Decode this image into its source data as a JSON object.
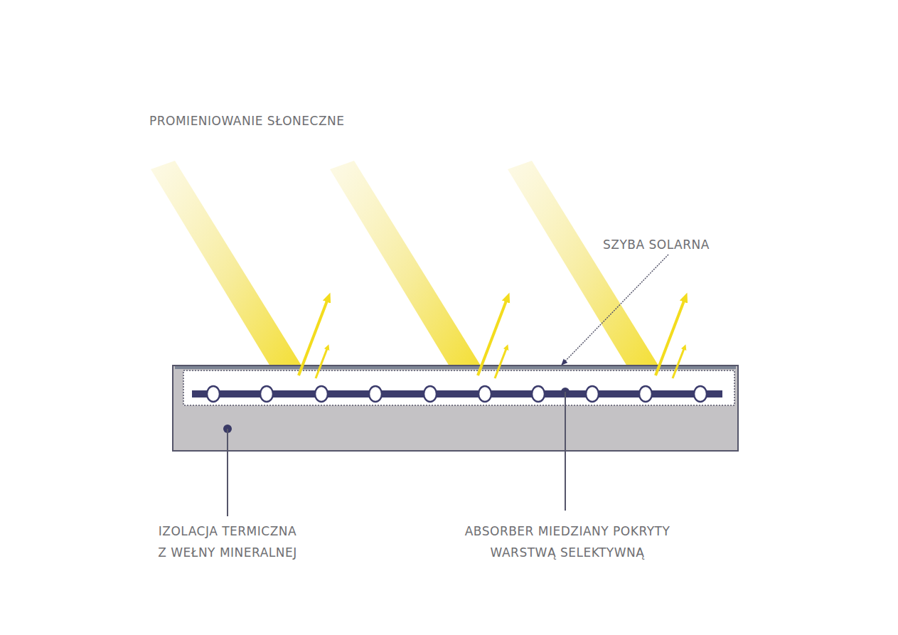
{
  "diagram": {
    "labels": [
      "PROMIENIOWANIE SŁONECZNE",
      "SZYBA SOLARNA",
      "IZOLACJA TERMICZNA Z WEŁNY MINERALNEJ",
      "ABSORBER MIEDZIANY POKRYTY WARSTWĄ SELEKTYWNĄ"
    ]
  }
}
